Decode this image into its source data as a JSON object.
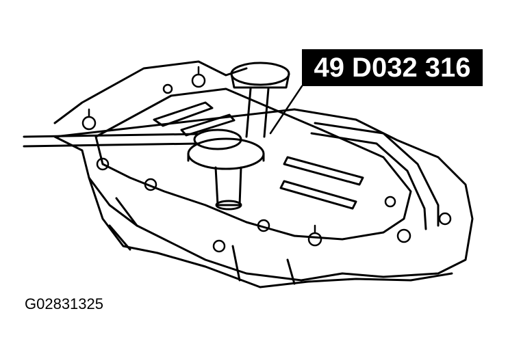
{
  "diagram": {
    "tool_label": "49 D032 316",
    "figure_id": "G02831325",
    "colors": {
      "ink": "#000000",
      "paper": "#ffffff"
    },
    "subject_icon": "transmission-oil-pan-with-tool-illustration"
  }
}
